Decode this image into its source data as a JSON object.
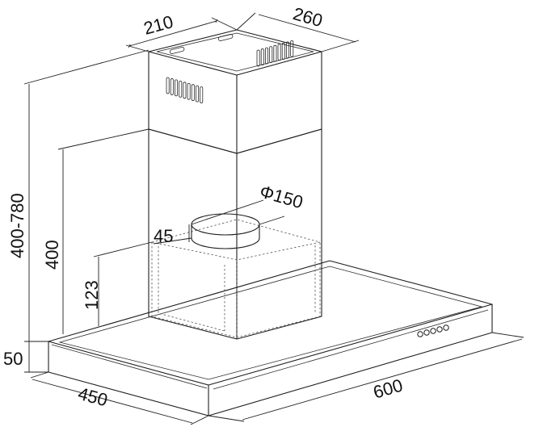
{
  "dimensions": {
    "top_width": "210",
    "top_depth": "260",
    "duct_diameter": "Φ150",
    "collar_height": "45",
    "motor_height": "123",
    "height_400": "400",
    "height_range": "400-780",
    "canopy_thickness": "50",
    "canopy_depth": "450",
    "canopy_width": "600"
  },
  "colors": {
    "line": "#1e1e1e",
    "background": "#ffffff"
  }
}
